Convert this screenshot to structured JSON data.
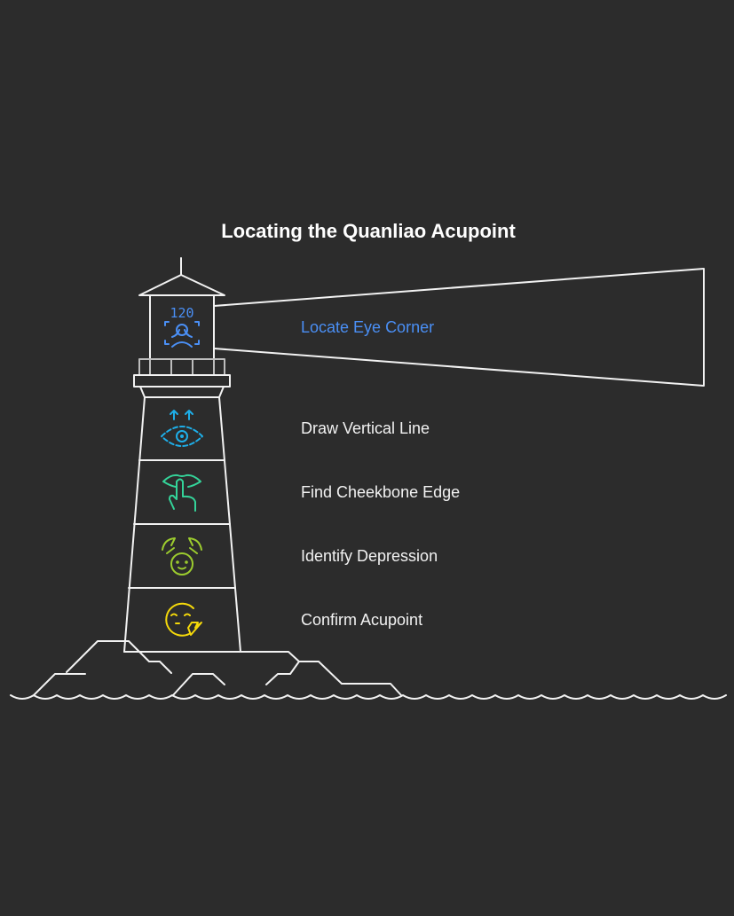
{
  "title": "Locating the Quanliao Acupoint",
  "steps": [
    {
      "label": "Locate Eye Corner",
      "icon": "face-scan-icon",
      "color": "#4a8ff5"
    },
    {
      "label": "Draw Vertical Line",
      "icon": "eye-arrows-icon",
      "color": "#1eaee8"
    },
    {
      "label": "Find Cheekbone Edge",
      "icon": "finger-lips-icon",
      "color": "#34d399"
    },
    {
      "label": "Identify Depression",
      "icon": "face-massage-icon",
      "color": "#9ccc2e"
    },
    {
      "label": "Confirm Acupoint",
      "icon": "face-touch-icon",
      "color": "#f5d90a"
    }
  ],
  "scan_number": "120"
}
